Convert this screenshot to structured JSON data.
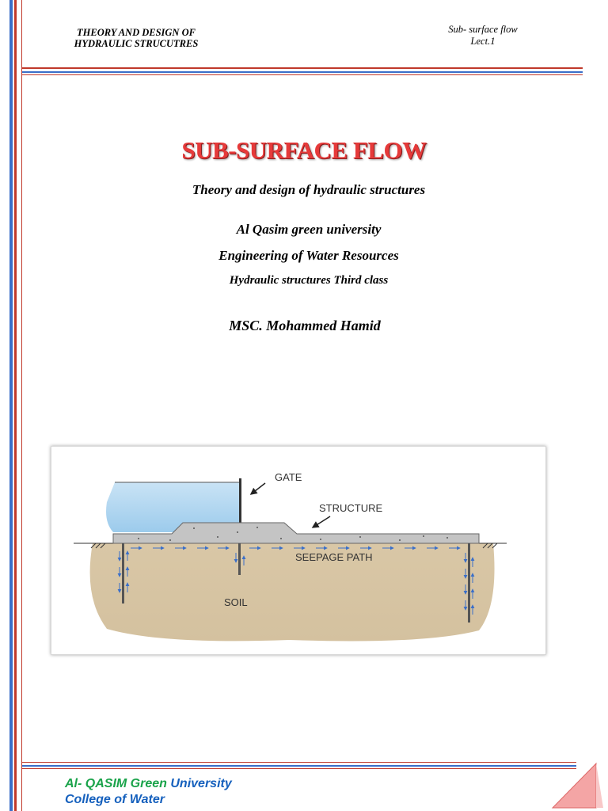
{
  "header": {
    "left_line1": "THEORY AND DESIGN OF",
    "left_line2": "HYDRAULIC STRUCUTRES",
    "right_line1": "Sub- surface flow",
    "right_line2": "Lect.1"
  },
  "title": "SUB-SURFACE FLOW",
  "subtitle": "Theory and design of hydraulic structures",
  "university": "Al Qasim green university",
  "department": "Engineering of Water Resources",
  "course": "Hydraulic structures Third class",
  "author": "MSC. Mohammed Hamid",
  "figure": {
    "gate_label": "GATE",
    "structure_label": "STRUCTURE",
    "seepage_label": "SEEPAGE PATH",
    "soil_label": "SOIL"
  },
  "footer": {
    "line1_a": "Al- QASIM ",
    "line1_b": "Green",
    "line1_c": " University",
    "line2": "College  of  Water"
  },
  "colors": {
    "title_red": "#e63a3a",
    "border_blue": "#3a6fc9",
    "border_red": "#c0392b",
    "footer_green": "#1aa34a",
    "footer_blue": "#1560bd"
  }
}
